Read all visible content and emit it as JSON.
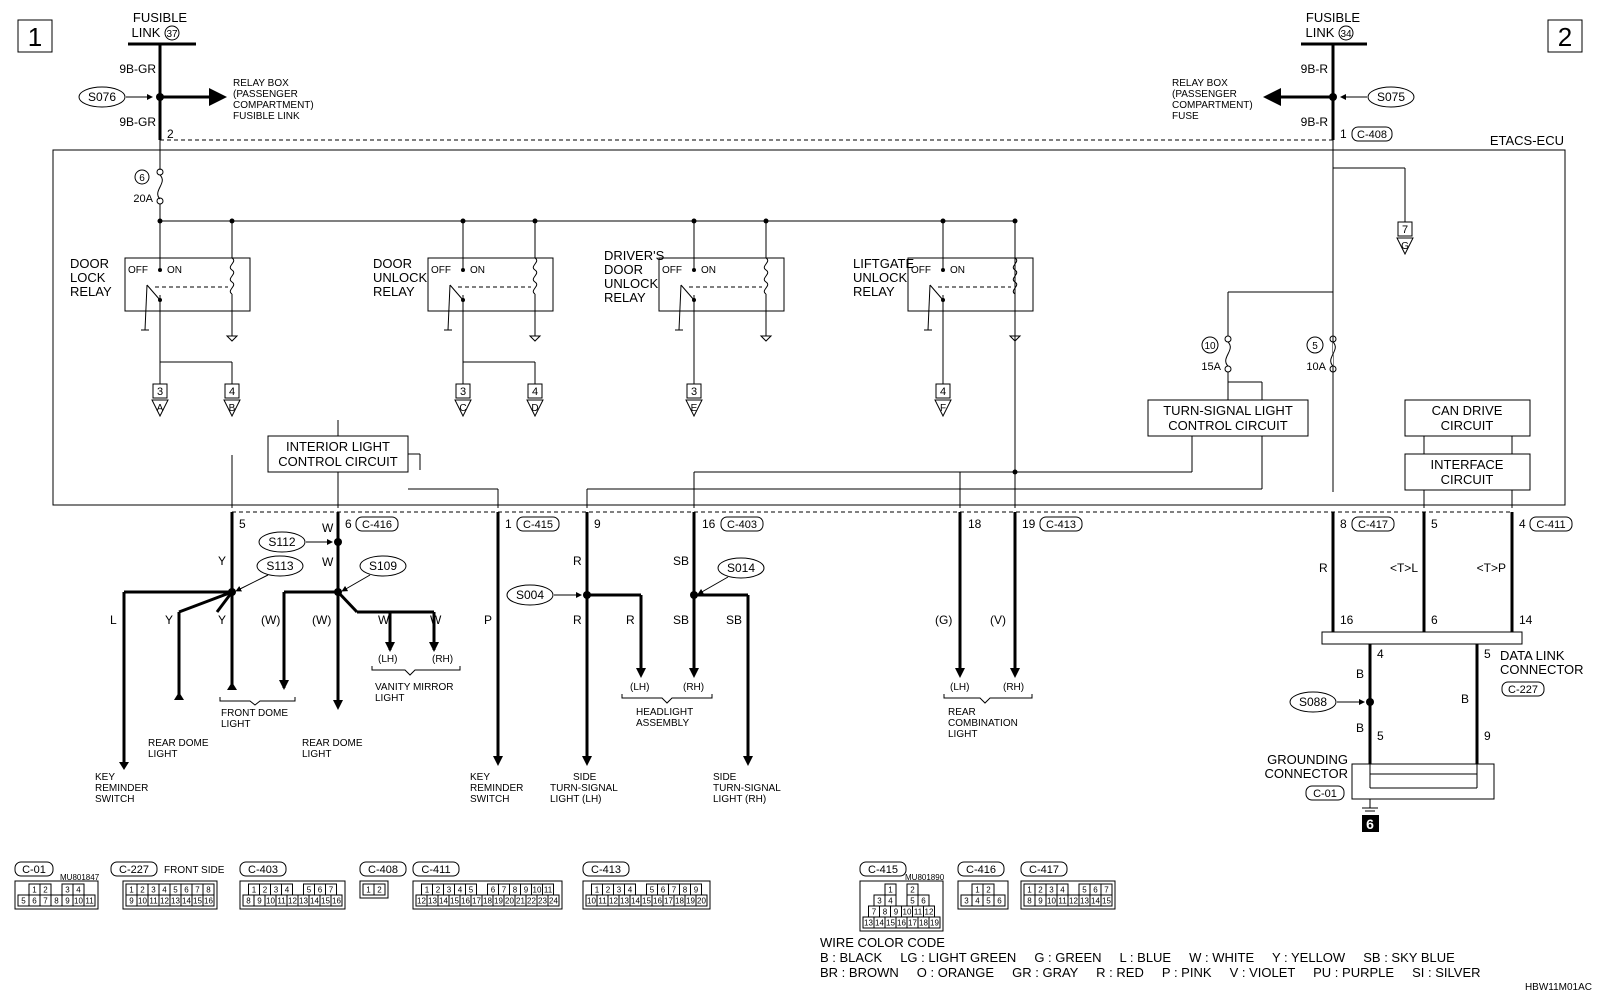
{
  "page": {
    "num_left": "1",
    "num_right": "2",
    "ecu": "ETACS-ECU",
    "code": "HBW11M01AC"
  },
  "fusible": [
    {
      "l1": "FUSIBLE",
      "l2": "LINK",
      "num": "37",
      "w1": "9B-GR",
      "w2": "9B-GR",
      "splice": "S076",
      "pin": "2",
      "conn": "",
      "dest": [
        "RELAY BOX",
        "(PASSENGER",
        "COMPARTMENT)",
        "FUSIBLE LINK"
      ]
    },
    {
      "l1": "FUSIBLE",
      "l2": "LINK",
      "num": "34",
      "w1": "9B-R",
      "w2": "9B-R",
      "splice": "S075",
      "pin": "1",
      "conn": "C-408",
      "dest": [
        "RELAY BOX",
        "(PASSENGER",
        "COMPARTMENT)",
        "FUSE"
      ]
    }
  ],
  "fuses": [
    {
      "num": "6",
      "rating": "20A"
    },
    {
      "num": "10",
      "rating": "15A"
    },
    {
      "num": "5",
      "rating": "10A"
    }
  ],
  "relays": [
    {
      "name": [
        "DOOR",
        "LOCK",
        "RELAY"
      ],
      "off": "OFF",
      "on": "ON",
      "t1": "3",
      "t1s": "A",
      "t2": "4",
      "t2s": "B"
    },
    {
      "name": [
        "DOOR",
        "UNLOCK",
        "RELAY"
      ],
      "off": "OFF",
      "on": "ON",
      "t1": "3",
      "t1s": "C",
      "t2": "4",
      "t2s": "D"
    },
    {
      "name": [
        "DRIVER'S",
        "DOOR",
        "UNLOCK",
        "RELAY"
      ],
      "off": "OFF",
      "on": "ON",
      "t1": "3",
      "t1s": "E",
      "t2": "",
      "t2s": ""
    },
    {
      "name": [
        "LIFTGATE",
        "UNLOCK",
        "RELAY"
      ],
      "off": "OFF",
      "on": "ON",
      "t1": "4",
      "t1s": "F",
      "t2": "",
      "t2s": ""
    }
  ],
  "sheet_ref": {
    "num": "7",
    "letter": "G"
  },
  "circuits": {
    "interior": [
      "INTERIOR LIGHT",
      "CONTROL CIRCUIT"
    ],
    "turn": [
      "TURN-SIGNAL LIGHT",
      "CONTROL CIRCUIT"
    ],
    "can": [
      "CAN DRIVE",
      "CIRCUIT"
    ],
    "interface": [
      "INTERFACE",
      "CIRCUIT"
    ]
  },
  "pins": {
    "p5": "5",
    "p6": "6",
    "c416": "C-416",
    "p1": "1",
    "c415": "C-415",
    "p9": "9",
    "p16": "16",
    "c403": "C-403",
    "p18": "18",
    "p19": "19",
    "c413": "C-413",
    "p8": "8",
    "c417": "C-417",
    "p5b": "5",
    "p4": "4",
    "c411": "C-411"
  },
  "wires": {
    "W": "W",
    "Y": "Y",
    "L": "L",
    "P": "P",
    "R": "R",
    "SB": "SB",
    "G": "(G)",
    "V": "(V)",
    "Wp": "(W)",
    "TL": "<T>L",
    "TP": "<T>P",
    "B": "B"
  },
  "splices": {
    "s112": "S112",
    "s113": "S113",
    "s109": "S109",
    "s004": "S004",
    "s014": "S014",
    "s088": "S088"
  },
  "loads": {
    "key_l": [
      "KEY",
      "REMINDER",
      "SWITCH"
    ],
    "rear_dome_1": [
      "REAR DOME",
      "LIGHT"
    ],
    "front_dome": [
      "FRONT DOME",
      "LIGHT"
    ],
    "rear_dome_2": [
      "REAR DOME",
      "LIGHT"
    ],
    "vanity": [
      "VANITY MIRROR",
      "LIGHT"
    ],
    "lh": "(LH)",
    "rh": "(RH)",
    "key_r": [
      "KEY",
      "REMINDER",
      "SWITCH"
    ],
    "side_lh": [
      "SIDE",
      "TURN-SIGNAL",
      "LIGHT (LH)"
    ],
    "headlight": [
      "HEADLIGHT",
      "ASSEMBLY"
    ],
    "side_rh": [
      "SIDE",
      "TURN-SIGNAL",
      "LIGHT (RH)"
    ],
    "rear_comb": [
      "REAR",
      "COMBINATION",
      "LIGHT"
    ]
  },
  "dlc": {
    "p16": "16",
    "p6": "6",
    "p14": "14",
    "p4": "4",
    "p5": "5",
    "name": [
      "DATA LINK",
      "CONNECTOR"
    ],
    "conn": "C-227"
  },
  "ground": {
    "p5": "5",
    "p9": "9",
    "name": [
      "GROUNDING",
      "CONNECTOR"
    ],
    "conn": "C-01",
    "num": "6"
  },
  "connectors": [
    {
      "id": "C-01",
      "part": "MU801847",
      "pins": [
        [
          "1",
          "2",
          "",
          "3",
          "4"
        ],
        [
          "5",
          "6",
          "7",
          "8",
          "9",
          "10",
          "11"
        ]
      ]
    },
    {
      "id": "C-227",
      "part": "",
      "side": "FRONT SIDE",
      "pins": [
        [
          "1",
          "2",
          "3",
          "4",
          "5",
          "6",
          "7",
          "8"
        ],
        [
          "9",
          "10",
          "11",
          "12",
          "13",
          "14",
          "15",
          "16"
        ]
      ]
    },
    {
      "id": "C-403",
      "part": "",
      "pins": [
        [
          "1",
          "2",
          "3",
          "4",
          "",
          "5",
          "6",
          "7"
        ],
        [
          "8",
          "9",
          "10",
          "11",
          "12",
          "13",
          "14",
          "15",
          "16"
        ]
      ]
    },
    {
      "id": "C-408",
      "part": "",
      "pins": [
        [
          "1",
          "2"
        ]
      ]
    },
    {
      "id": "C-411",
      "part": "",
      "pins": [
        [
          "1",
          "2",
          "3",
          "4",
          "5",
          "",
          "6",
          "7",
          "8",
          "9",
          "10",
          "11"
        ],
        [
          "12",
          "13",
          "14",
          "15",
          "16",
          "17",
          "18",
          "19",
          "20",
          "21",
          "22",
          "23",
          "24"
        ]
      ]
    },
    {
      "id": "C-413",
      "part": "",
      "pins": [
        [
          "1",
          "2",
          "3",
          "4",
          "",
          "5",
          "6",
          "7",
          "8",
          "9"
        ],
        [
          "10",
          "11",
          "12",
          "13",
          "14",
          "15",
          "16",
          "17",
          "18",
          "19",
          "20"
        ]
      ]
    },
    {
      "id": "C-415",
      "part": "MU801890",
      "pins": [
        [
          "1",
          "",
          "2"
        ],
        [
          "3",
          "4",
          "",
          "5",
          "6"
        ],
        [
          "7",
          "8",
          "9",
          "10",
          "11",
          "12"
        ],
        [
          "13",
          "14",
          "15",
          "16",
          "17",
          "18",
          "19"
        ]
      ]
    },
    {
      "id": "C-416",
      "part": "",
      "pins": [
        [
          "1",
          "2"
        ],
        [
          "3",
          "4",
          "5",
          "6"
        ]
      ]
    },
    {
      "id": "C-417",
      "part": "",
      "pins": [
        [
          "1",
          "2",
          "3",
          "4",
          "",
          "5",
          "6",
          "7"
        ],
        [
          "8",
          "9",
          "10",
          "11",
          "12",
          "13",
          "14",
          "15"
        ]
      ]
    }
  ],
  "legend": {
    "title": "WIRE COLOR CODE",
    "row1": "B : BLACK     LG : LIGHT GREEN     G : GREEN     L : BLUE     W : WHITE     Y : YELLOW     SB : SKY BLUE",
    "row2": "BR : BROWN     O : ORANGE     GR : GRAY     R : RED     P : PINK     V : VIOLET     PU : PURPLE     SI : SILVER"
  }
}
